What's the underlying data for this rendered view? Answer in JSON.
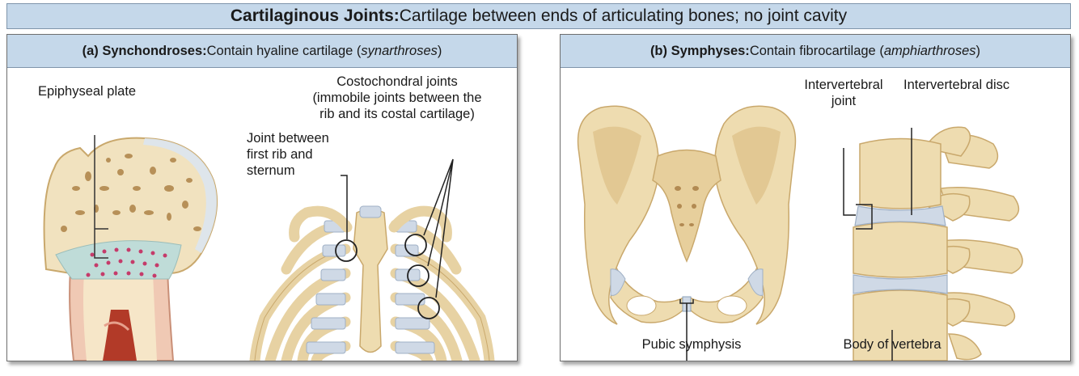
{
  "title": {
    "bold": "Cartilaginous Joints:",
    "rest": " Cartilage between ends of articulating bones; no joint cavity"
  },
  "panel_a": {
    "head_bold": "(a) Synchondroses:",
    "head_text": " Contain hyaline cartilage (",
    "head_italic": "synarthroses",
    "head_close": ")",
    "labels": {
      "epiphyseal_plate": "Epiphyseal plate",
      "costochondral_1": "Costochondral joints",
      "costochondral_2": "(immobile joints between the",
      "costochondral_3": "rib and its costal cartilage)",
      "first_rib_1": "Joint between",
      "first_rib_2": "first rib and",
      "first_rib_3": "sternum"
    }
  },
  "panel_b": {
    "head_bold": "(b) Symphyses:",
    "head_text": " Contain fibrocartilage (",
    "head_italic": "amphiarthroses",
    "head_close": ")",
    "labels": {
      "intervertebral_joint_1": "Intervertebral",
      "intervertebral_joint_2": "joint",
      "intervertebral_disc": "Intervertebral disc",
      "pubic_symphysis": "Pubic symphysis",
      "body_of_vertebra": "Body of vertebra"
    }
  },
  "colors": {
    "header_bg": "#c5d8ea",
    "bone": "#eedcb0",
    "bone_shadow": "#c9a86c",
    "cartilage": "#c9d6e4",
    "marrow": "#b23a28"
  }
}
